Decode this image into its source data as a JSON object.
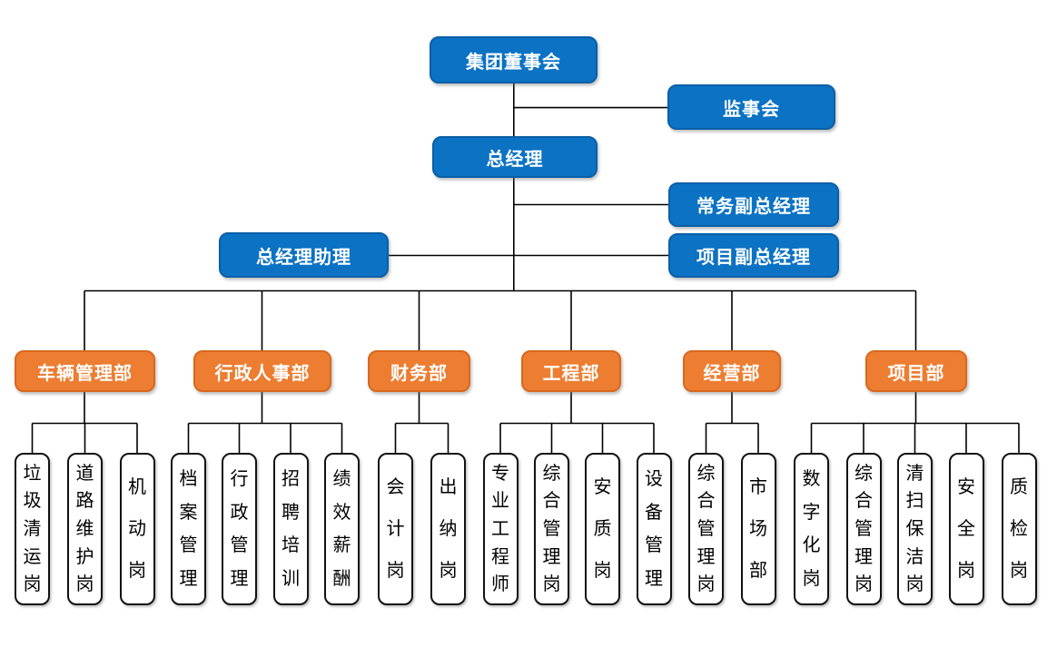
{
  "diagram": {
    "type": "org-chart",
    "top": {
      "board": "集团董事会",
      "supervisory_board": "监事会",
      "general_manager": "总经理",
      "executive_deputy_gm": "常务副总经理",
      "project_deputy_gm": "项目副总经理",
      "gm_assistant": "总经理助理"
    },
    "departments": [
      {
        "label": "车辆管理部",
        "children": [
          "垃圾清运岗",
          "道路维护岗",
          "机动岗"
        ]
      },
      {
        "label": "行政人事部",
        "children": [
          "档案管理",
          "行政管理",
          "招聘培训",
          "绩效薪酬"
        ]
      },
      {
        "label": "财务部",
        "children": [
          "会计岗",
          "出纳岗"
        ]
      },
      {
        "label": "工程部",
        "children": [
          "专业工程师",
          "综合管理岗",
          "安质岗",
          "设备管理"
        ]
      },
      {
        "label": "经营部",
        "children": [
          "综合管理岗",
          "市场部"
        ]
      },
      {
        "label": "项目部",
        "children": [
          "数字化岗",
          "综合管理岗",
          "清扫保洁岗",
          "安全岗",
          "质检岗"
        ]
      }
    ],
    "colors": {
      "executive_fill": "#0B72C4",
      "executive_border": "#0A5FA6",
      "department_fill": "#ED7D31",
      "department_border": "#D9681C",
      "leaf_fill": "#FFFFFF",
      "leaf_border": "#121212",
      "connector": "#000000"
    }
  }
}
